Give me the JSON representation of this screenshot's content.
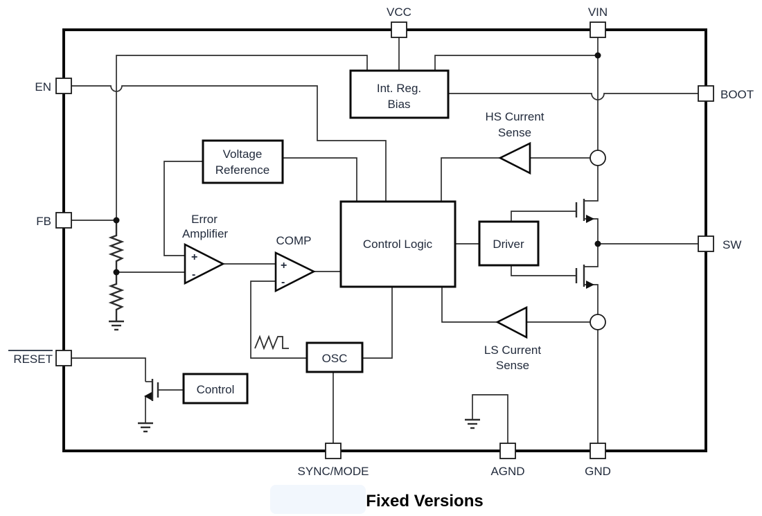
{
  "diagram_title": "Fixed Versions",
  "pins": {
    "vcc": "VCC",
    "vin": "VIN",
    "en": "EN",
    "fb": "FB",
    "reset": "RESET",
    "boot": "BOOT",
    "sw": "SW",
    "sync_mode": "SYNC/MODE",
    "agnd": "AGND",
    "gnd": "GND"
  },
  "blocks": {
    "int_reg_bias": {
      "line1": "Int. Reg.",
      "line2": "Bias"
    },
    "voltage_reference": {
      "line1": "Voltage",
      "line2": "Reference"
    },
    "control_logic": {
      "label": "Control Logic"
    },
    "driver": {
      "label": "Driver"
    },
    "osc": {
      "label": "OSC"
    },
    "control": {
      "label": "Control"
    }
  },
  "amplifiers": {
    "error_amplifier": {
      "line1": "Error",
      "line2": "Amplifier",
      "plus": "+",
      "minus": "-"
    },
    "comp": {
      "label": "COMP",
      "plus": "+",
      "minus": "-"
    },
    "hs_current_sense": {
      "line1": "HS Current",
      "line2": "Sense"
    },
    "ls_current_sense": {
      "line1": "LS Current",
      "line2": "Sense"
    }
  },
  "colors": {
    "wire": "#2d2d2d",
    "outline": "#0a0a0a",
    "label": "#222b3c",
    "title": "#000000",
    "background": "#ffffff",
    "highlight": "#f2f7fd"
  }
}
